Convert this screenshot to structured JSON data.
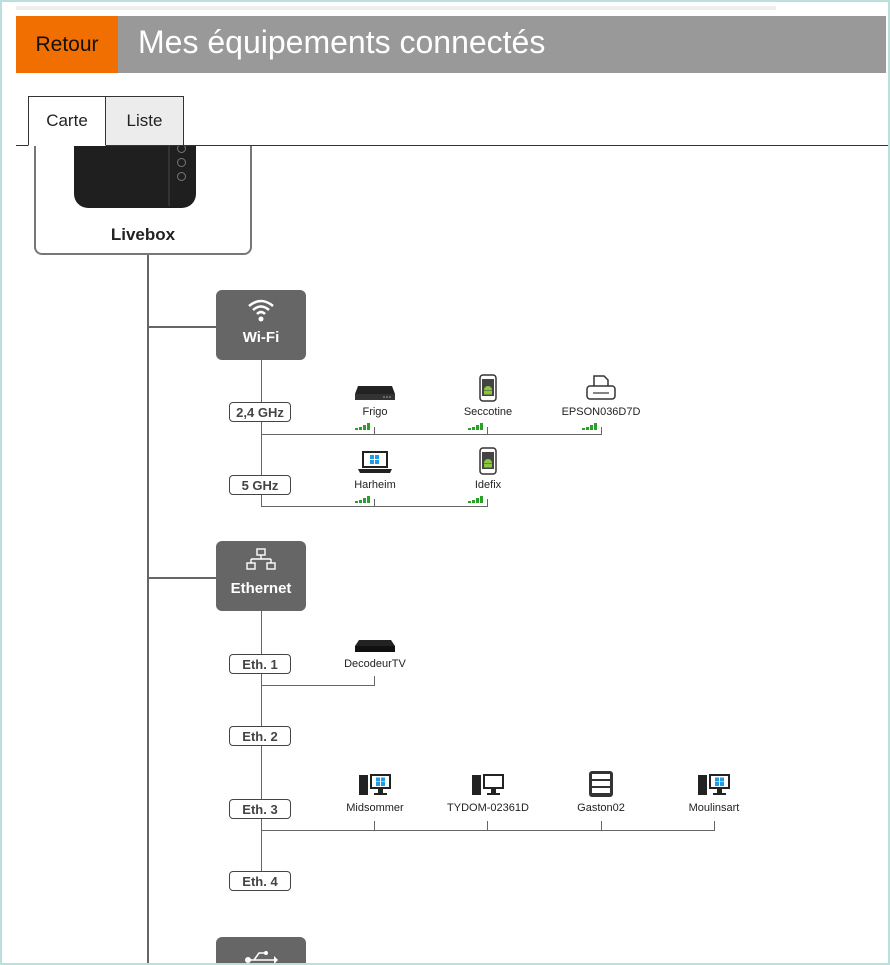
{
  "header": {
    "back_label": "Retour",
    "title": "Mes équipements connectés"
  },
  "tabs": [
    {
      "label": "Carte",
      "active": true
    },
    {
      "label": "Liste",
      "active": false
    }
  ],
  "map": {
    "root": {
      "label": "Livebox"
    },
    "wifi": {
      "label": "Wi-Fi",
      "icon": "wifi-icon",
      "bands": [
        {
          "label": "2,4 GHz",
          "devices": [
            {
              "name": "Frigo",
              "icon": "set-top-box-icon"
            },
            {
              "name": "Seccotine",
              "icon": "android-phone-icon"
            },
            {
              "name": "EPSON036D7D",
              "icon": "printer-icon"
            }
          ]
        },
        {
          "label": "5 GHz",
          "devices": [
            {
              "name": "Harheim",
              "icon": "windows-laptop-icon"
            },
            {
              "name": "Idefix",
              "icon": "android-phone-icon"
            }
          ]
        }
      ]
    },
    "ethernet": {
      "label": "Ethernet",
      "icon": "network-icon",
      "ports": [
        {
          "label": "Eth. 1",
          "devices": [
            {
              "name": "DecodeurTV",
              "icon": "tv-decoder-icon"
            }
          ]
        },
        {
          "label": "Eth. 2",
          "devices": []
        },
        {
          "label": "Eth. 3",
          "devices": [
            {
              "name": "Midsommer",
              "icon": "windows-desktop-icon"
            },
            {
              "name": "TYDOM-02361D",
              "icon": "desktop-icon"
            },
            {
              "name": "Gaston02",
              "icon": "nas-server-icon"
            },
            {
              "name": "Moulinsart",
              "icon": "windows-desktop-icon"
            }
          ]
        },
        {
          "label": "Eth. 4",
          "devices": []
        }
      ]
    },
    "usb": {
      "icon": "usb-icon"
    }
  },
  "colors": {
    "accent": "#f16e00",
    "header_bg": "#999999",
    "node_bg": "#666666",
    "signal": "#2aa02a"
  }
}
